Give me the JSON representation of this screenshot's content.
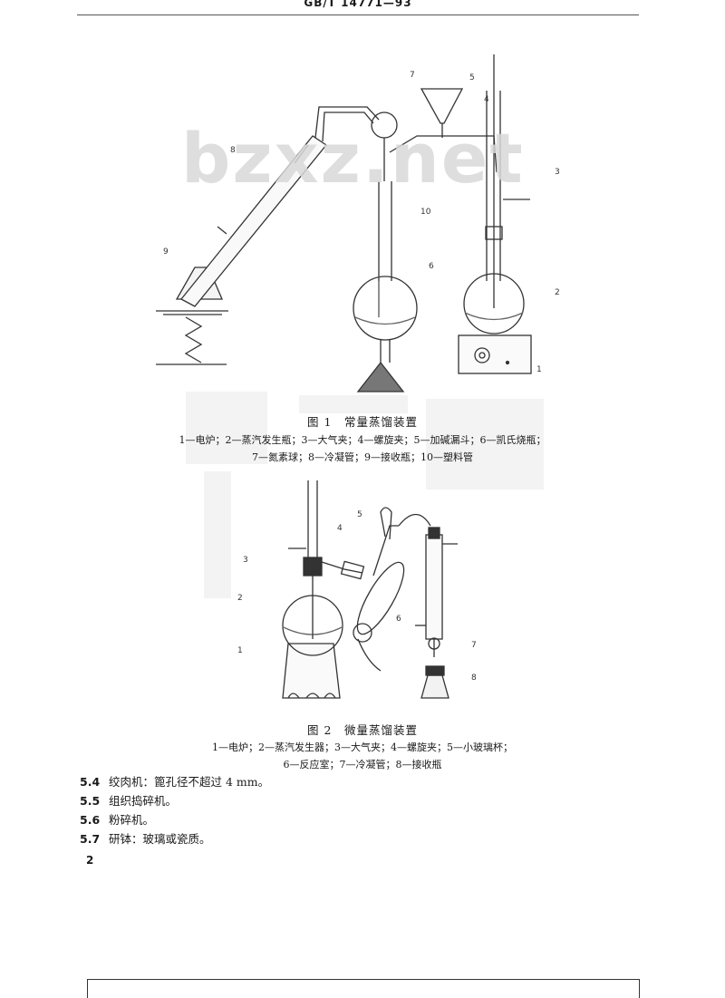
{
  "header": {
    "standard_code": "GB/T 14771—93"
  },
  "watermark": "bzxz.net",
  "figure1": {
    "title": "图 1　常量蒸馏装置",
    "legend_line1": "1—电炉；2—蒸汽发生瓶；3—大气夹；4—螺旋夹；5—加碱漏斗；6—凯氏烧瓶；",
    "legend_line2": "7—氮素球；8—冷凝管；9—接收瓶；10—塑料管",
    "part_labels": [
      "1",
      "2",
      "3",
      "4",
      "5",
      "6",
      "7",
      "8",
      "9",
      "10"
    ]
  },
  "figure2": {
    "title": "图 2　微量蒸馏装置",
    "legend_line1": "1—电炉；2—蒸汽发生器；3—大气夹；4—螺旋夹；5—小玻璃杯；",
    "legend_line2": "6—反应室；7—冷凝管；8—接收瓶",
    "part_labels": [
      "1",
      "2",
      "3",
      "4",
      "5",
      "6",
      "7",
      "8"
    ]
  },
  "items": [
    {
      "num": "5.4",
      "text": "绞肉机：篦孔径不超过 4 mm。"
    },
    {
      "num": "5.5",
      "text": "组织捣碎机。"
    },
    {
      "num": "5.6",
      "text": "粉碎机。"
    },
    {
      "num": "5.7",
      "text": "研钵：玻璃或瓷质。"
    }
  ],
  "page_number": "2"
}
